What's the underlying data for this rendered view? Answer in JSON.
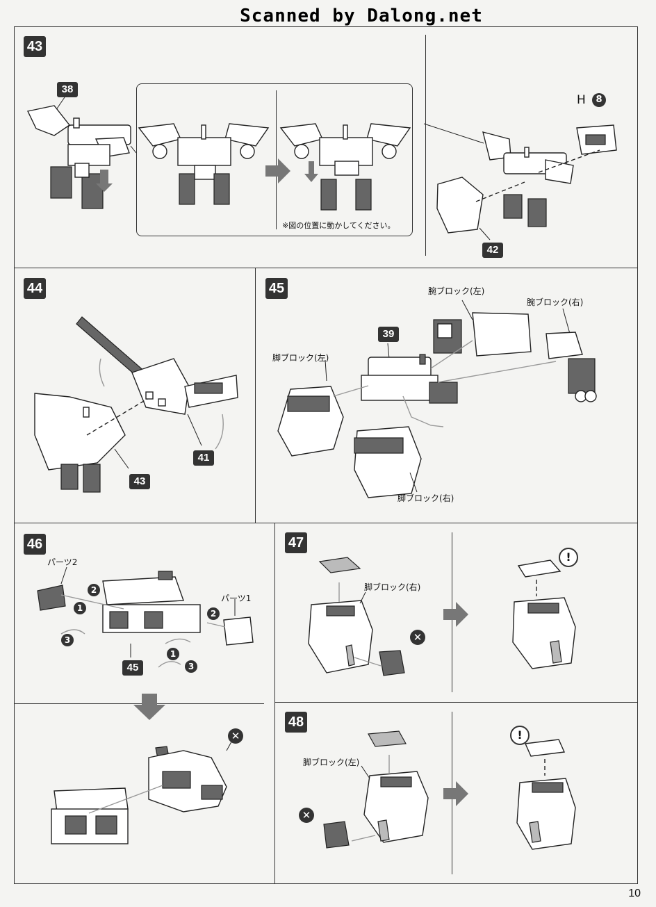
{
  "watermark": "Scanned by Dalong.net",
  "page_number": "10",
  "steps": {
    "s43": {
      "number": "43",
      "part_38": "38",
      "part_42": "42",
      "h_label": "H",
      "h_num": "8",
      "note": "※図の位置に動かしてください。"
    },
    "s44": {
      "number": "44",
      "part_43": "43",
      "part_41": "41"
    },
    "s45": {
      "number": "45",
      "part_39": "39",
      "arm_left": "腕ブロック(左)",
      "arm_right": "腕ブロック(右)",
      "leg_left": "脚ブロック(左)",
      "leg_right": "脚ブロック(右)"
    },
    "s46": {
      "number": "46",
      "part_45": "45",
      "parts2": "パーツ2",
      "parts1": "パーツ1",
      "n1": "1",
      "n2": "2",
      "n3": "3"
    },
    "s47": {
      "number": "47",
      "leg_right": "脚ブロック(右)"
    },
    "s48": {
      "number": "48",
      "leg_left": "脚ブロック(左)"
    }
  },
  "icons": {
    "x": "✕",
    "excl": "!"
  }
}
